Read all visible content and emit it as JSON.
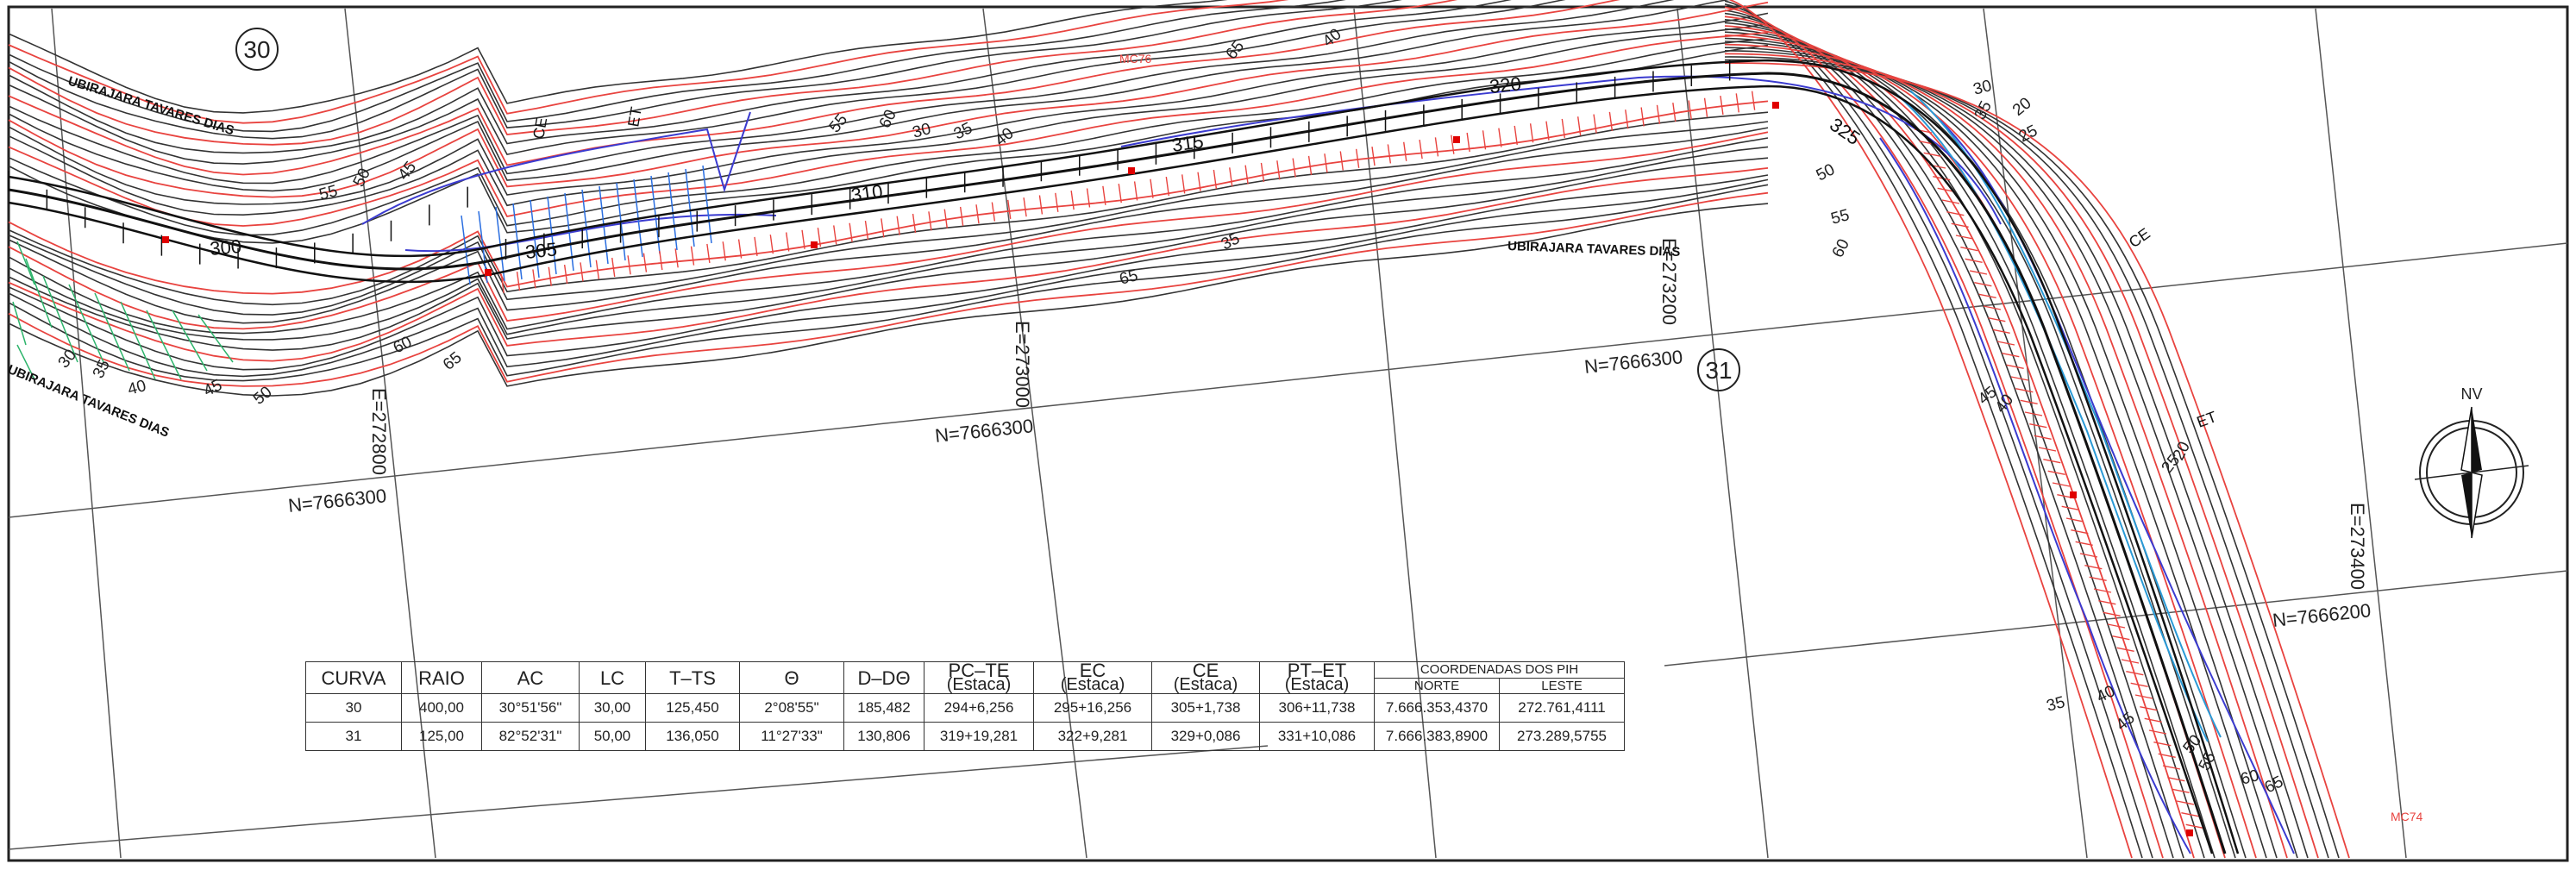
{
  "curve_numbers": [
    "30",
    "31"
  ],
  "street_names": [
    "UBIRAJARA TAVARES DIAS",
    "UBIRAJARA TAVARES DIAS",
    "UBIRAJARA TAVARES DIAS"
  ],
  "grid_labels": {
    "easting": [
      "E=272800",
      "E=273000",
      "E=273200",
      "E=273400"
    ],
    "northing": [
      "N=7666300",
      "N=7666300",
      "N=7666300",
      "N=7666200"
    ]
  },
  "curve_labels": [
    "CE",
    "ET",
    "CE",
    "ET"
  ],
  "benchmarks": [
    "MC76",
    "MC74"
  ],
  "station_labels": [
    "300",
    "305",
    "310",
    "315",
    "320",
    "325"
  ],
  "contour_labels_black": [
    "30",
    "35",
    "40",
    "45",
    "50",
    "55",
    "60",
    "65",
    "30",
    "35",
    "40",
    "45",
    "50",
    "55",
    "60",
    "65",
    "35",
    "40",
    "65",
    "60",
    "55",
    "50",
    "45",
    "40",
    "35",
    "30",
    "25",
    "20",
    "25",
    "20",
    "35",
    "40",
    "45",
    "50",
    "55",
    "60",
    "65"
  ],
  "north_arrow": {
    "label": "NV"
  },
  "table": {
    "headers": [
      "CURVA",
      "RAIO",
      "AC",
      "LC",
      "T–TS",
      "Θ",
      "D–DΘ",
      "PC–TE",
      "EC",
      "CE",
      "PT–ET",
      "COORDENADAS DOS PIH"
    ],
    "header_sub": {
      "pc_te": "(Estaca)",
      "ec": "(Estaca)",
      "ce": "(Estaca)",
      "pt_et": "(Estaca)"
    },
    "coord_sub": [
      "NORTE",
      "LESTE"
    ],
    "rows": [
      [
        "30",
        "400,00",
        "30°51'56\"",
        "30,00",
        "125,450",
        "2°08'55\"",
        "185,482",
        "294+6,256",
        "295+16,256",
        "305+1,738",
        "306+11,738",
        "7.666.353,4370",
        "272.761,4111"
      ],
      [
        "31",
        "125,00",
        "82°52'31\"",
        "50,00",
        "136,050",
        "11°27'33\"",
        "130,806",
        "319+19,281",
        "322+9,281",
        "329+0,086",
        "331+10,086",
        "7.666.383,8900",
        "273.289,5755"
      ]
    ]
  },
  "colors": {
    "contour_black": "#333333",
    "contour_red": "#e8433f",
    "blue": "#3b3bd0",
    "cyan": "#2a9ad6",
    "green": "#2db46b",
    "road": "#111111"
  }
}
